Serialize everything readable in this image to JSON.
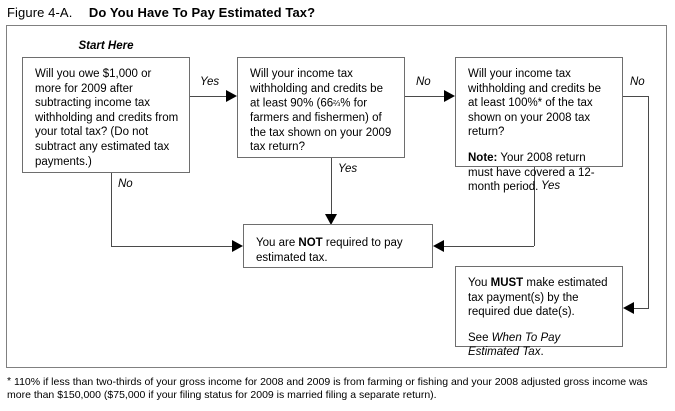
{
  "figure": {
    "label": "Figure 4-A.",
    "title": "Do You Have To Pay Estimated Tax?"
  },
  "start_caption": "Start Here",
  "nodes": {
    "start_question": {
      "lines": [
        "Will you owe $1,000 or more for 2009 after subtracting income tax withholding and credits from your total tax? (Do not subtract any estimated tax payments.)"
      ]
    },
    "q2_withholding": {
      "prefix": "Will your income tax withholding and credits be at least 90% (66",
      "fraction": "⅔",
      "suffix": "% for farmers and fishermen) of the tax shown on your 2009 tax return?"
    },
    "q3_prior_year": {
      "line1": "Will your income tax withholding and credits be at least 100%* of the tax shown on your 2008 tax return?",
      "note_label": "Note:",
      "note_text": " Your 2008 return must have covered a 12-month period."
    },
    "not_required": {
      "before": "You are ",
      "emphasis": "NOT",
      "after": " required to pay estimated tax."
    },
    "must_pay": {
      "before": "You ",
      "emphasis": "MUST",
      "after": " make estimated tax payment(s) by the required due date(s).",
      "see_prefix": "See ",
      "see_italic": "When To Pay Estimated Tax",
      "see_suffix": "."
    }
  },
  "edges": {
    "start_yes": "Yes",
    "start_no": "No",
    "q2_no": "No",
    "q2_yes": "Yes",
    "q3_no": "No",
    "q3_yes": "Yes"
  },
  "footnote": {
    "marker": "*",
    "text": " 110% if less than two-thirds of your gross income for 2008 and 2009 is from farming or fishing and your 2008 adjusted gross income was more than $150,000 ($75,000 if your filing status for 2009 is married filing a separate return)."
  },
  "colors": {
    "frame_border": "#808080",
    "node_border": "#6e6e6e",
    "connector": "#4a4a4a",
    "arrow": "#000000",
    "text": "#000000",
    "background": "#ffffff"
  }
}
